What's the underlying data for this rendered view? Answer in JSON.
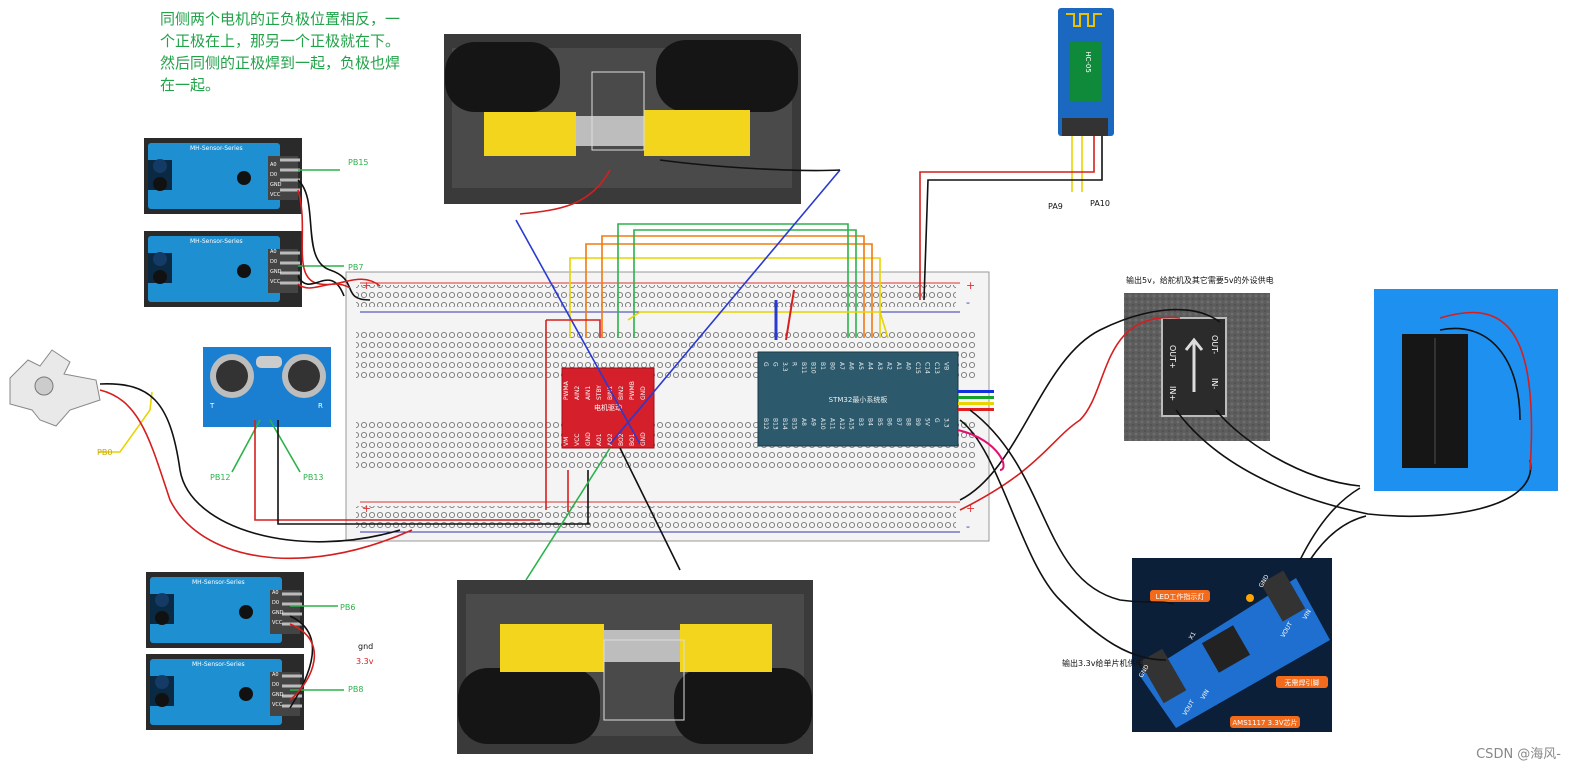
{
  "note": {
    "lines": [
      "同侧两个电机的正负极位置相反，一",
      "个正极在上，那另一个正极就在下。",
      "然后同侧的正极焊到一起，负极也焊",
      "在一起。"
    ]
  },
  "labels": {
    "pb15": "PB15",
    "pb7": "PB7",
    "pb0": "PB0",
    "pb12": "PB12",
    "pb13": "PB13",
    "pb6": "PB6",
    "pb8": "PB8",
    "gnd": "gnd",
    "v33": "3.3v",
    "pa9": "PA9",
    "pa10": "PA10",
    "out5v": "输出5v，给舵机及其它需要5v的外设供电",
    "out33": "输出3.3v给单片机供电",
    "led_label": "LED工作指示灯",
    "nowire": "无需焊引脚",
    "chip": "AMS1117 3.3V芯片"
  },
  "modules": {
    "ir_sensor_title": "MH-Sensor-Series",
    "ir_pins": [
      "A0",
      "D0",
      "GND",
      "VCC"
    ],
    "bt_name": "HC-05",
    "ultra_marks": [
      "T",
      "R"
    ],
    "driver_title": "电机驱动",
    "driver_top_pins": [
      "PWMA",
      "AIN2",
      "AIN1",
      "STBY",
      "BIN1",
      "BIN2",
      "PWMB",
      "GND"
    ],
    "driver_bottom_pins": [
      "VM",
      "VCC",
      "GND",
      "AO1",
      "AO2",
      "BO2",
      "BO1",
      "GND"
    ],
    "stm_title": "STM32最小系统板",
    "stm_top_pins": [
      "G",
      "G",
      "3.3",
      "R",
      "B11",
      "B10",
      "B1",
      "B0",
      "A7",
      "A6",
      "A5",
      "A4",
      "A3",
      "A2",
      "A1",
      "A0",
      "C15",
      "C14",
      "C13",
      "VB"
    ],
    "stm_bottom_pins": [
      "B12",
      "B13",
      "B14",
      "B15",
      "A8",
      "A9",
      "A10",
      "A11",
      "A12",
      "A15",
      "B3",
      "B4",
      "B5",
      "B6",
      "B7",
      "B8",
      "B9",
      "5V",
      "G",
      "3.3"
    ],
    "charger_pins": [
      "OUT+",
      "OUT-",
      "IN+",
      "IN-"
    ],
    "reg_pins": [
      "GND",
      "VIN",
      "GND",
      "VOUT",
      "VOUT",
      "VIN",
      "X1"
    ]
  },
  "watermark": "CSDN @海风-"
}
